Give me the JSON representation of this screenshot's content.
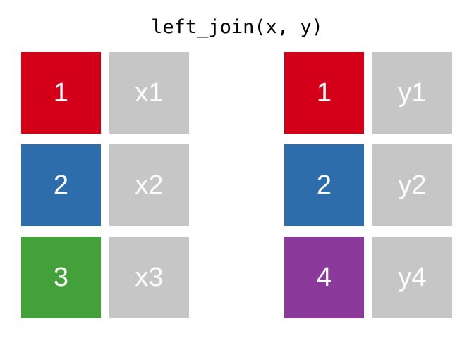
{
  "title": "left_join(x, y)",
  "colors": {
    "key_1": "#d4001a",
    "key_2": "#2e6dab",
    "key_3": "#43a03b",
    "key_4": "#8b3a9b",
    "value_cell": "#c6c6c6",
    "cell_text": "#ffffff",
    "background": "#ffffff",
    "title_text": "#000000"
  },
  "tables": [
    {
      "name": "x",
      "rows": [
        {
          "key": "1",
          "key_color": "#d4001a",
          "value": "x1"
        },
        {
          "key": "2",
          "key_color": "#2e6dab",
          "value": "x2"
        },
        {
          "key": "3",
          "key_color": "#43a03b",
          "value": "x3"
        }
      ]
    },
    {
      "name": "y",
      "rows": [
        {
          "key": "1",
          "key_color": "#d4001a",
          "value": "y1"
        },
        {
          "key": "2",
          "key_color": "#2e6dab",
          "value": "y2"
        },
        {
          "key": "4",
          "key_color": "#8b3a9b",
          "value": "y4"
        }
      ]
    }
  ]
}
